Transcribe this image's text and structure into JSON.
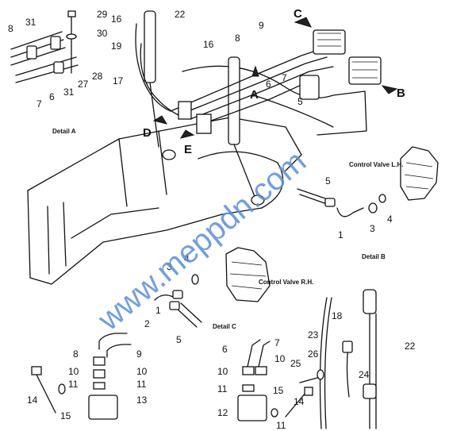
{
  "callouts": {
    "d_a_8": "8",
    "d_a_31a": "31",
    "d_a_29": "29",
    "d_a_30": "30",
    "d_a_28": "28",
    "d_a_27": "27",
    "d_a_31b": "31",
    "d_a_6": "6",
    "d_a_7": "7",
    "m_16a": "16",
    "m_22": "22",
    "m_19": "19",
    "m_16b": "16",
    "m_17": "17",
    "m_8": "8",
    "m_9": "9",
    "m_6": "6",
    "m_7": "7",
    "m_5": "5",
    "m_A": "A",
    "m_C": "C",
    "m_B": "B",
    "m_D": "D",
    "m_E": "E",
    "db_5": "5",
    "db_1": "1",
    "db_3": "3",
    "db_4": "4",
    "dc_3": "3",
    "dc_4": "4",
    "dc_2": "2",
    "dc_1": "1",
    "dc_5": "5",
    "dd_8": "8",
    "dd_9": "9",
    "dd_10a": "10",
    "dd_10b": "10",
    "dd_11a": "11",
    "dd_11b": "11",
    "dd_14": "14",
    "dd_15": "15",
    "dd_13": "13",
    "de_6": "6",
    "de_7": "7",
    "de_10a": "10",
    "de_10b": "10",
    "de_11a": "11",
    "de_15": "15",
    "de_12": "12",
    "de_14": "14",
    "de_11b": "11",
    "df_23": "23",
    "df_18": "18",
    "df_26": "26",
    "df_25": "25",
    "df_24": "24",
    "df_22": "22"
  },
  "captions": {
    "detail_a": "Detail A",
    "detail_b": "Detail B",
    "detail_c": "Detail C",
    "control_valve_lh": "Control Valve L.H.",
    "control_valve_rh": "Control Valve R.H."
  },
  "watermark": "www.meppdn.com"
}
